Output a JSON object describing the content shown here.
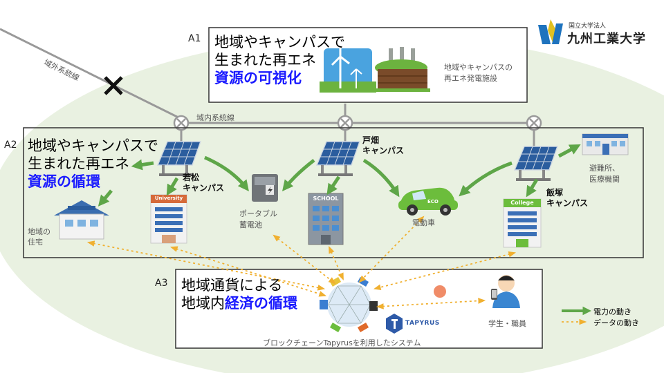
{
  "logo": {
    "org_type": "国立大学法人",
    "name": "九州工業大学",
    "mark_color": "#1e73be",
    "mark_color2": "#e0c020"
  },
  "lines": {
    "outer": "域外系統線",
    "inner": "域内系統線"
  },
  "a1": {
    "tag": "A1",
    "title_line1": "地域やキャンパスで",
    "title_line2": "生まれた再エネ",
    "title_highlight": "資源の可視化",
    "facility_label_1": "地域やキャンパスの",
    "facility_label_2": "再エネ発電施設"
  },
  "a2": {
    "tag": "A2",
    "title_line1": "地域やキャンパスで",
    "title_line2": "生まれた再エネ",
    "title_highlight": "資源の循環",
    "wakamatsu_1": "若松",
    "wakamatsu_2": "キャンパス",
    "tobata_1": "戸畑",
    "tobata_2": "キャンパス",
    "iizuka_1": "飯塚",
    "iizuka_2": "キャンパス",
    "house_1": "地域の",
    "house_2": "住宅",
    "battery_1": "ポータブル",
    "battery_2": "蓄電池",
    "ev": "電動車",
    "shelter_1": "避難所、",
    "shelter_2": "医療機関",
    "univ_sign": "University",
    "school_sign": "SCHOOL",
    "college_sign": "College",
    "eco_sign": "ECO"
  },
  "a3": {
    "tag": "A3",
    "title_line1": "地域通貨による",
    "title_prefix": "地域内",
    "title_highlight": "経済の循環",
    "system_caption": "ブロックチェーンTapyrusを利用したシステム",
    "tapyrus": "TAPYRUS",
    "people": "学生・職員"
  },
  "legend": {
    "power": "電力の動き",
    "data": "データの動き"
  },
  "colors": {
    "arrow_green": "#5ea648",
    "data_orange": "#f0b030",
    "ellipse": "#e9f1e1",
    "highlight_blue": "#1a1aff",
    "line_gray": "#999999"
  }
}
